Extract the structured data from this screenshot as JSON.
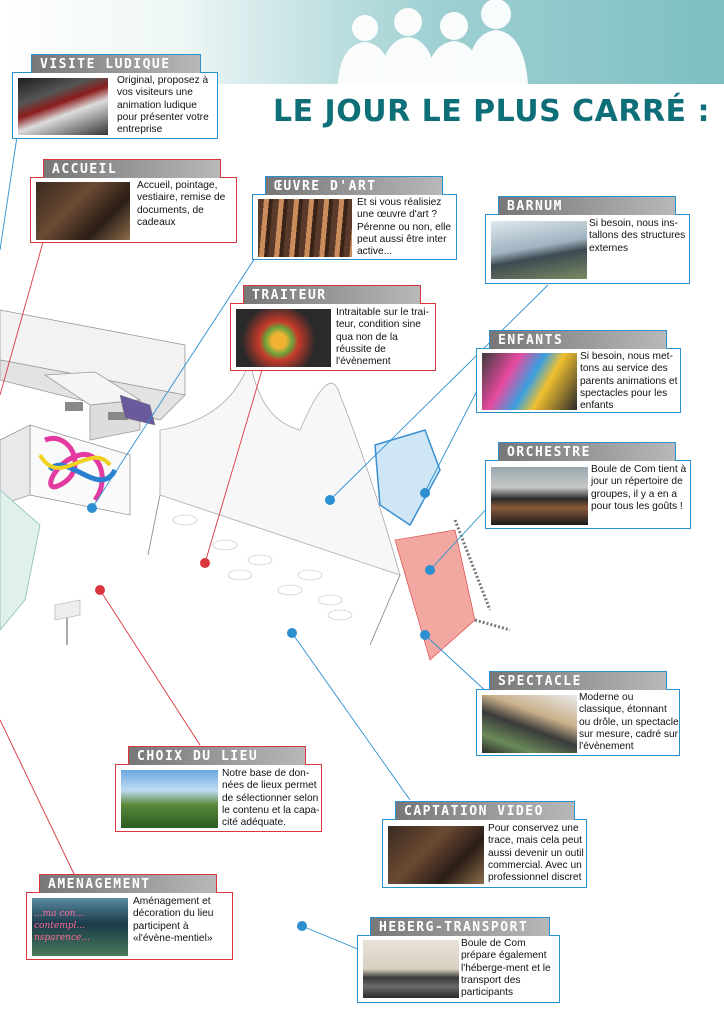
{
  "headline": "LE JOUR LE PLUS CARRÉ :",
  "colors": {
    "accent_red": "#d9363e",
    "accent_blue": "#2b8fd0",
    "headline": "#0f6f78",
    "band": "#7dbfc2"
  },
  "cards": {
    "visite": {
      "tab": "VISITE LUDIQUE",
      "text": "Original, proposez à vos visiteurs une animation ludique pour présenter votre entreprise"
    },
    "accueil": {
      "tab": "ACCUEIL",
      "text": "Accueil, pointage, vestiaire, remise de documents, de cadeaux"
    },
    "oeuvre": {
      "tab": "ŒUVRE D'ART",
      "text": "Et si vous réalisiez une œuvre d'art ? Pérenne ou non, elle peut aussi être inter active..."
    },
    "barnum": {
      "tab": "BARNUM",
      "text": "Si besoin, nous ins-tallons des structures externes"
    },
    "traiteur": {
      "tab": "TRAITEUR",
      "text": "Intraitable sur le trai-teur, condition sine qua non de la réussite de l'évènement"
    },
    "enfants": {
      "tab": "ENFANTS",
      "text": "Si besoin, nous met-tons au service des parents animations et spectacles pour les enfants"
    },
    "orchestre": {
      "tab": "ORCHESTRE",
      "text": "Boule de Com tient à jour un répertoire de groupes, il y a en a pour tous les goûts !"
    },
    "spectacle": {
      "tab": "SPECTACLE",
      "text": "Moderne ou classique, étonnant ou drôle, un spectacle sur mesure, cadré sur l'évènement"
    },
    "choix": {
      "tab": "CHOIX DU LIEU",
      "text": "Notre base de don-nées de lieux permet de sélectionner selon le contenu et la capa-cité adéquate."
    },
    "captation": {
      "tab": "CAPTATION VIDEO",
      "text": "Pour conservez une trace, mais cela peut aussi devenir un outil commercial. Avec un professionnel discret"
    },
    "amenagement": {
      "tab": "AMENAGEMENT",
      "text": "Aménagement et décoration du lieu participent à «l'évène-mentiel»"
    },
    "heberg": {
      "tab": "HEBERG-TRANSPORT",
      "text": "Boule de Com prépare également l'héberge-ment et le transport des participants"
    }
  },
  "photo_texts": {
    "amenagement_sign": "...ma con... contempl... nsparence..."
  }
}
